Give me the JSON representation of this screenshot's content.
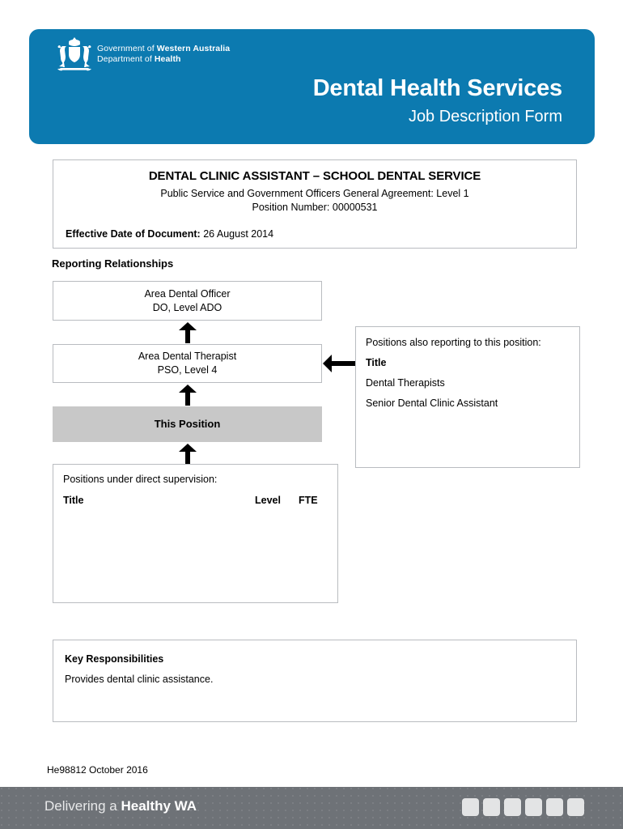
{
  "header": {
    "gov_line1_prefix": "Government of ",
    "gov_line1_bold": "Western Australia",
    "gov_line2_prefix": "Department of ",
    "gov_line2_bold": "Health",
    "title": "Dental Health Services",
    "subtitle": "Job Description Form",
    "brand_color": "#0c7ab0",
    "crest_icon": "wa-state-crest-icon"
  },
  "position_info": {
    "job_title": "DENTAL CLINIC ASSISTANT – SCHOOL DENTAL SERVICE",
    "agreement": "Public Service and Government Officers General Agreement: Level 1",
    "position_number": "Position Number: 00000531",
    "effective_date_label": "Effective Date of Document:",
    "effective_date_value": "26 August 2014"
  },
  "reporting": {
    "section_heading": "Reporting Relationships",
    "supervisor_upper": {
      "title": "Area Dental Officer",
      "classification": "DO, Level ADO"
    },
    "supervisor": {
      "title": "Area Dental Therapist",
      "classification": "PSO, Level 4"
    },
    "this_position": "This Position",
    "also_reporting": {
      "caption": "Positions also reporting to this position:",
      "column_header": "Title",
      "items": [
        "Dental Therapists",
        "Senior Dental Clinic Assistant"
      ]
    },
    "under_supervision": {
      "caption": "Positions under direct supervision:",
      "columns": {
        "title": "Title",
        "level": "Level",
        "fte": "FTE"
      },
      "rows": []
    }
  },
  "key_responsibilities": {
    "heading": "Key Responsibilities",
    "body": "Provides dental clinic assistance."
  },
  "document_reference": "He98812 October 2016",
  "footer": {
    "slogan_prefix": "Delivering a ",
    "slogan_bold": "Healthy WA",
    "squares_count": 6,
    "bar_color": "#6e7277"
  }
}
